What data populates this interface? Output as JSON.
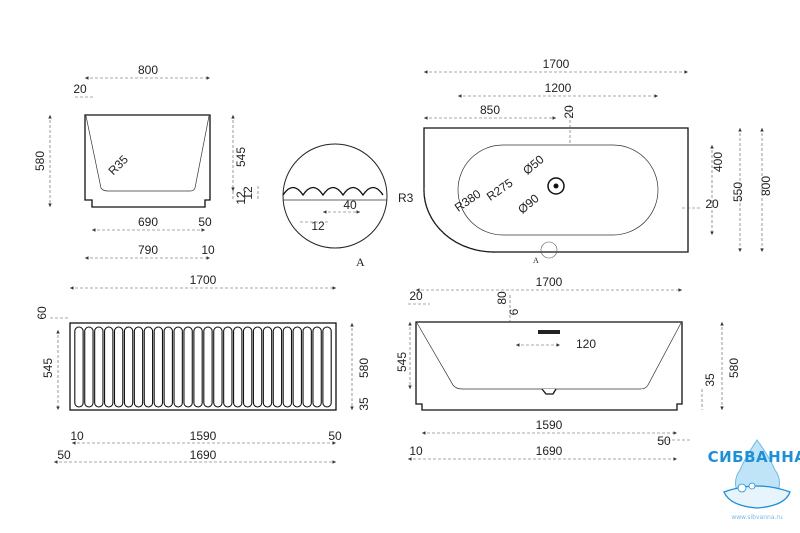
{
  "side_view": {
    "width": "800",
    "lip": "20",
    "height_outer": "580",
    "height_inner": "545",
    "radius": "R35",
    "foot": "12",
    "inner_width": "690",
    "offset": "50",
    "bottom_width": "790",
    "bottom_offset": "10"
  },
  "detail": {
    "depth": "12",
    "pitch": "40",
    "radius": "R3",
    "step": "12",
    "mark": "A"
  },
  "top_view": {
    "length": "1700",
    "inner_length": "1200",
    "drain_offset": "850",
    "edge": "20",
    "inner_width": "400",
    "outer_width": "550",
    "total_width": "800",
    "side_edge": "20",
    "r_outer": "R380",
    "r_inner": "R275",
    "overflow": "Ø50",
    "drain": "Ø90",
    "mark": "A"
  },
  "front_view": {
    "length": "1700",
    "top_band": "60",
    "height_inner": "545",
    "height_outer": "580",
    "foot": "35",
    "left_offset": "10",
    "inner_length": "1590",
    "right_offset": "50",
    "left_offset2": "50",
    "base_length": "1690"
  },
  "section_view": {
    "length": "1700",
    "rim": "20",
    "drain_height": "80",
    "drain_gap": "6",
    "drain_len": "120",
    "height_inner": "545",
    "height_outer": "580",
    "foot": "35",
    "inner_length": "1590",
    "right_offset": "50",
    "left_offset": "10",
    "base_length": "1690"
  },
  "logo": {
    "brand": "СИБВАННА",
    "site": "www.sibvanna.ru"
  }
}
